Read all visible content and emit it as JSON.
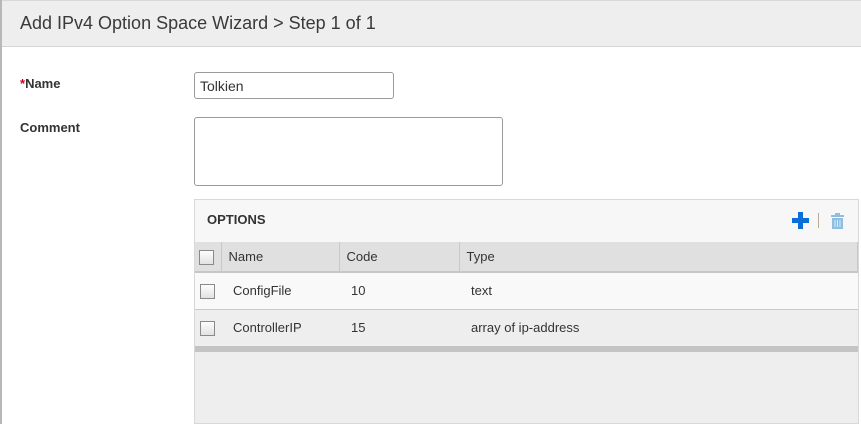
{
  "header": {
    "title": "Add IPv4 Option Space Wizard > Step 1 of 1"
  },
  "form": {
    "name": {
      "required_marker": "*",
      "label": "Name",
      "value": "Tolkien"
    },
    "comment": {
      "label": "Comment",
      "value": ""
    }
  },
  "options": {
    "title": "OPTIONS",
    "toolbar": {
      "add_icon": "plus-icon",
      "delete_icon": "trash-icon",
      "accent_color": "#0a6fd6",
      "disabled_color": "#8fbfe0"
    },
    "columns": [
      "Name",
      "Code",
      "Type"
    ],
    "rows": [
      {
        "name": "ConfigFile",
        "code": "10",
        "type": "text"
      },
      {
        "name": "ControllerIP",
        "code": "15",
        "type": "array of ip-address"
      }
    ]
  }
}
